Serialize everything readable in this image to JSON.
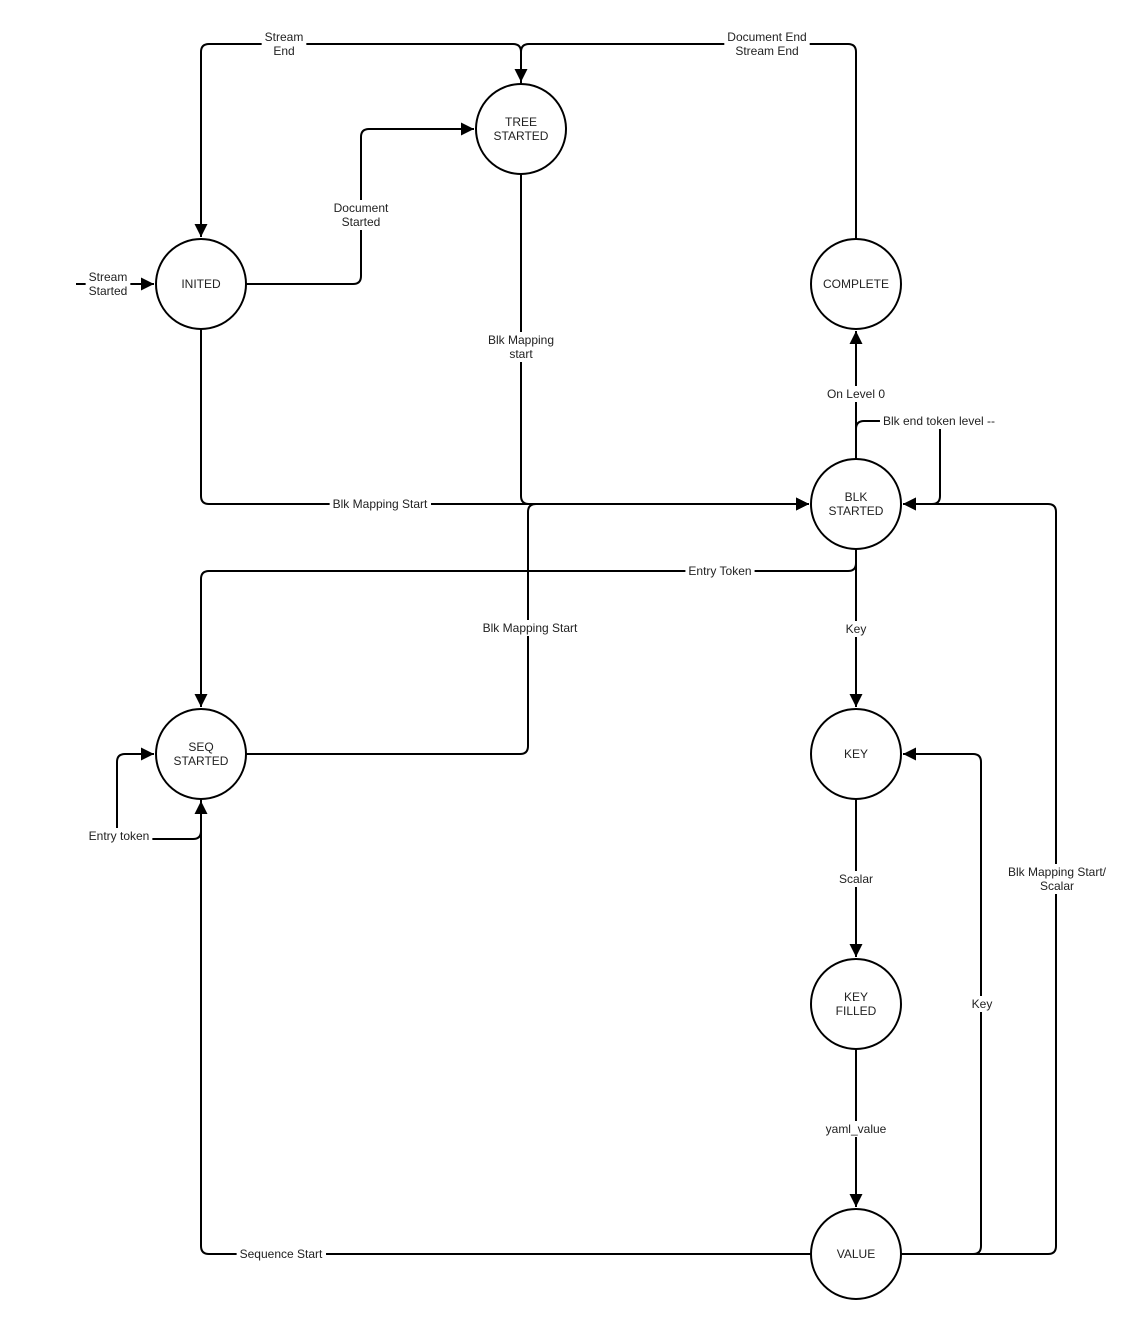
{
  "nodes": [
    {
      "id": "inited",
      "lines": [
        "INITED"
      ]
    },
    {
      "id": "tree_started",
      "lines": [
        "TREE",
        "STARTED"
      ]
    },
    {
      "id": "complete",
      "lines": [
        "COMPLETE"
      ]
    },
    {
      "id": "blk_started",
      "lines": [
        "BLK",
        "STARTED"
      ]
    },
    {
      "id": "seq_started",
      "lines": [
        "SEQ",
        "STARTED"
      ]
    },
    {
      "id": "key",
      "lines": [
        "KEY"
      ]
    },
    {
      "id": "key_filled",
      "lines": [
        "KEY",
        "FILLED"
      ]
    },
    {
      "id": "value",
      "lines": [
        "VALUE"
      ]
    }
  ],
  "edges": [
    {
      "id": "stream-started",
      "from": null,
      "to": "inited",
      "label": [
        "Stream",
        "Started"
      ]
    },
    {
      "id": "stream-end",
      "from": "tree_started",
      "to": "inited",
      "label": [
        "Stream",
        "End"
      ]
    },
    {
      "id": "document-started",
      "from": "inited",
      "to": "tree_started",
      "label": [
        "Document",
        "Started"
      ]
    },
    {
      "id": "document-end",
      "from": "complete",
      "to": "tree_started",
      "label": [
        "Document End",
        "Stream End"
      ]
    },
    {
      "id": "blk-mapping-start-tree",
      "from": "tree_started",
      "to": "blk_started",
      "label": [
        "Blk Mapping",
        "start"
      ]
    },
    {
      "id": "blk-mapping-start-inited",
      "from": "inited",
      "to": "blk_started",
      "label": [
        "Blk Mapping Start"
      ]
    },
    {
      "id": "on-level-0",
      "from": "blk_started",
      "to": "complete",
      "label": [
        "On Level 0"
      ]
    },
    {
      "id": "blk-end-token",
      "from": "blk_started",
      "to": "blk_started",
      "label": [
        "Blk end token level --"
      ]
    },
    {
      "id": "entry-token-blk",
      "from": "blk_started",
      "to": "seq_started",
      "label": [
        "Entry Token"
      ]
    },
    {
      "id": "blk-mapping-start-seq",
      "from": "seq_started",
      "to": "blk_started",
      "label": [
        "Blk Mapping Start"
      ]
    },
    {
      "id": "entry-token-self",
      "from": "seq_started",
      "to": "seq_started",
      "label": [
        "Entry token"
      ]
    },
    {
      "id": "key-from-blk",
      "from": "blk_started",
      "to": "key",
      "label": [
        "Key"
      ]
    },
    {
      "id": "scalar",
      "from": "key",
      "to": "key_filled",
      "label": [
        "Scalar"
      ]
    },
    {
      "id": "yaml-value",
      "from": "key_filled",
      "to": "value",
      "label": [
        "yaml_value"
      ]
    },
    {
      "id": "sequence-start",
      "from": "value",
      "to": "seq_started",
      "label": [
        "Sequence Start"
      ]
    },
    {
      "id": "key-from-value",
      "from": "value",
      "to": "key",
      "label": [
        "Key"
      ]
    },
    {
      "id": "blk-mapping-start-value",
      "from": "value",
      "to": "blk_started",
      "label": [
        "Blk Mapping Start/",
        "Scalar"
      ]
    }
  ]
}
